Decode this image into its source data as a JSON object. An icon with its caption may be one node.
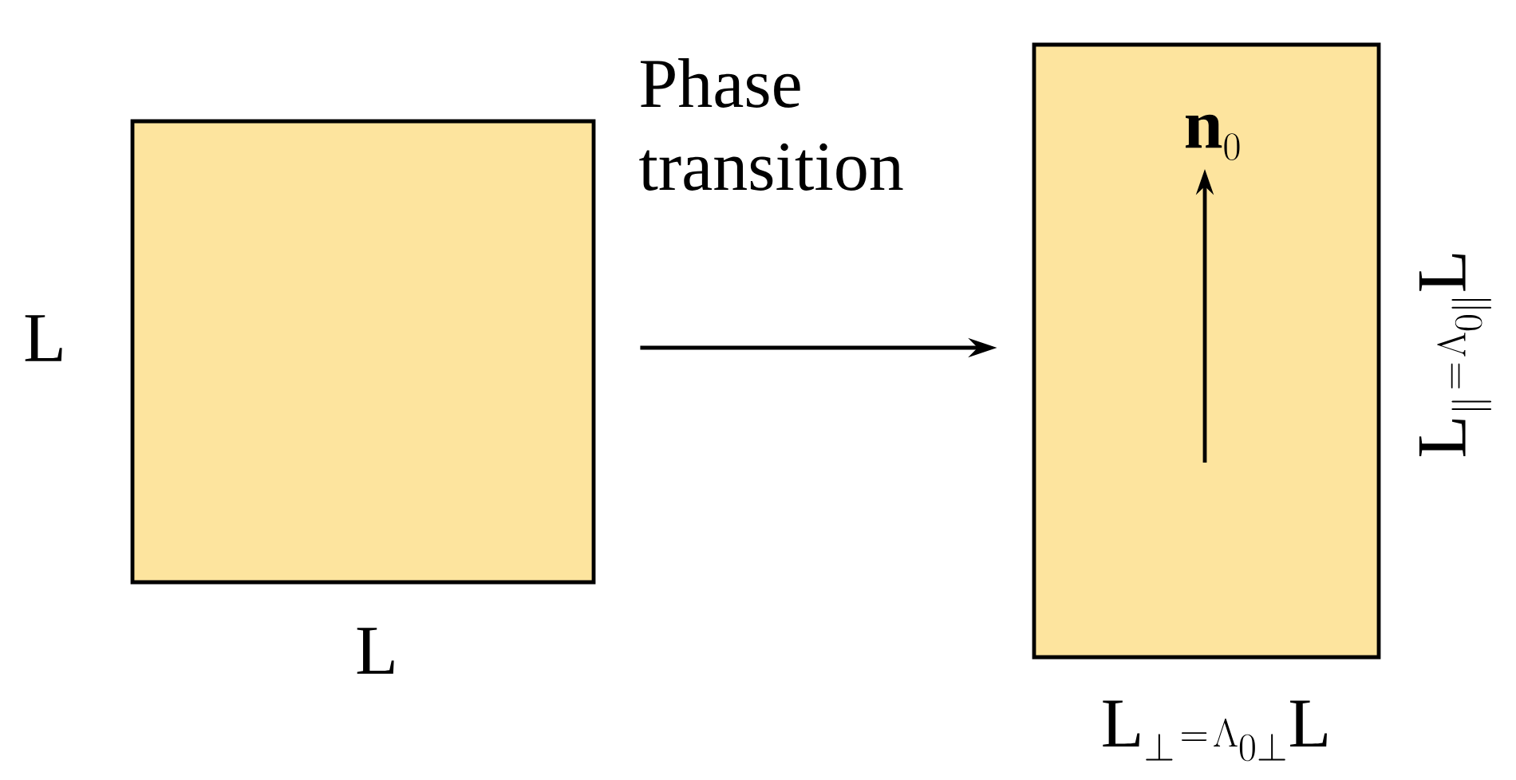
{
  "diagram": {
    "nodes": [
      {
        "text": [],
        "shape": "box",
        "beside": [
          "L",
          "L"
        ]
      },
      {
        "text": [],
        "shape": "box",
        "beside": [
          "\\mathrm{L}_{\\parallel}\\!=\\!\\Lambda_{0\\parallel}\\mathrm{L}",
          "\\mathrm{L}_{\\perp}\\!=\\!\\Lambda_{0\\perp}\\mathrm{L}"
        ]
      }
    ],
    "edges": [
      {
        "from": 0,
        "to": 1,
        "arrow": "to",
        "label": "Phase transition"
      }
    ],
    "labels": [
      "\\mathbf{n}_0"
    ]
  }
}
